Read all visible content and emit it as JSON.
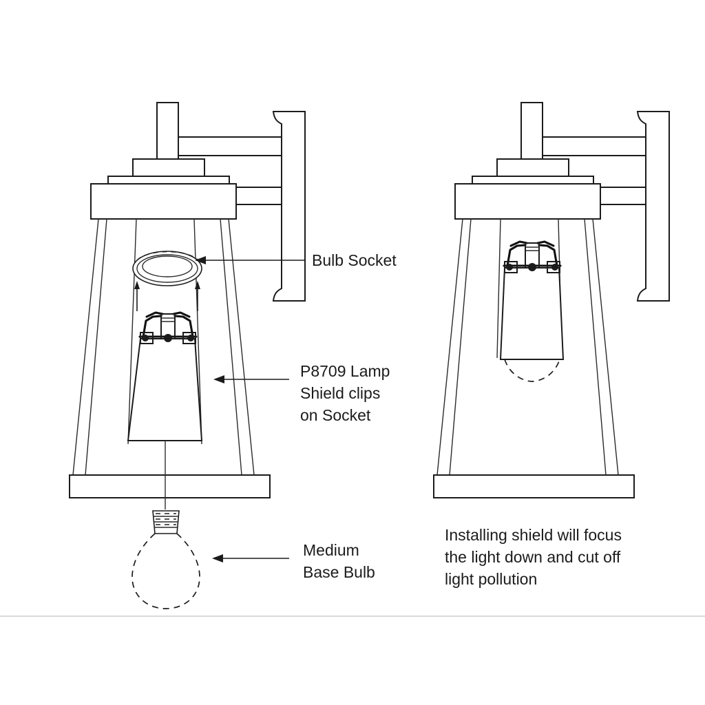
{
  "document": {
    "title": "P8709 Lamp Shield Installation Diagram",
    "background_color": "#ffffff",
    "line_color": "#1b1b1b",
    "divider_color": "#d9d9d9"
  },
  "annotations": {
    "bulb_socket": {
      "text": "Bulb Socket",
      "lines": [
        "Bulb Socket"
      ]
    },
    "lamp_shield": {
      "text": "P8709 Lamp Shield clips on Socket",
      "lines": [
        "P8709 Lamp",
        "Shield clips",
        "on Socket"
      ]
    },
    "medium_base_bulb": {
      "text": "Medium Base Bulb",
      "lines": [
        "Medium",
        "Base Bulb"
      ]
    },
    "result_caption": {
      "text": "Installing shield will focus the light down and cut off light pollution",
      "lines": [
        "Installing shield will focus",
        "the light down and cut off",
        "light pollution"
      ]
    }
  },
  "figures": {
    "left": {
      "name": "exploded-view-uninstalled",
      "parts": [
        "wall-mount-plate",
        "upper-arm",
        "lower-arm-stub",
        "finial-post",
        "stepped-cap",
        "lantern-housing",
        "lantern-frame-posts",
        "bulb-socket-ring",
        "alignment-arrows",
        "lamp-shield",
        "shield-clips",
        "shield-rivets",
        "base-plate",
        "medium-base-bulb"
      ]
    },
    "right": {
      "name": "assembled-view-installed",
      "parts": [
        "wall-mount-plate",
        "upper-arm",
        "lower-arm-stub",
        "finial-post",
        "stepped-cap",
        "lantern-housing",
        "lantern-frame-posts",
        "lamp-shield-installed",
        "shield-clips",
        "shield-rivets",
        "bulb-tip-outline",
        "base-plate"
      ]
    }
  }
}
